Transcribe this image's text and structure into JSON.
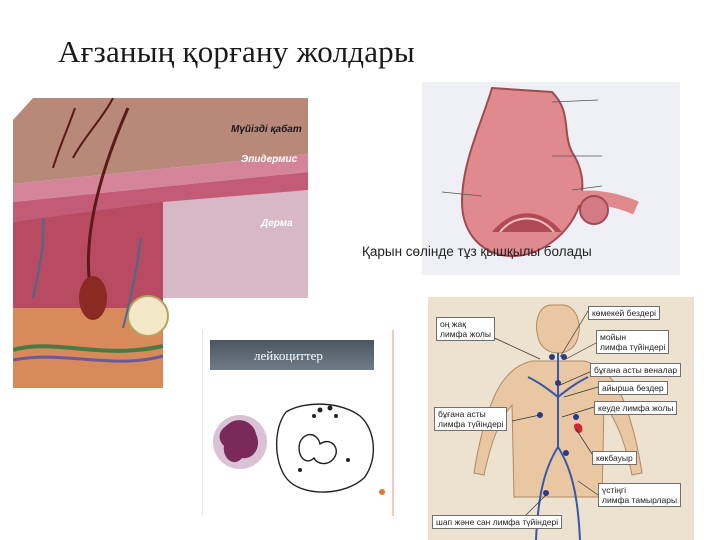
{
  "slide": {
    "title": "Ағзаның қорғану жолдары",
    "stomach_caption": "Қарын сөлінде тұз қышқылы болады"
  },
  "skin_figure": {
    "labels": {
      "horny_layer": "Мүйізді қабат",
      "epidermis": "Эпидермис",
      "dermis": "Дерма"
    }
  },
  "leukocyte_figure": {
    "title": "лейкоциттер"
  },
  "lymph_figure": {
    "labels": {
      "thymus_glands": "көмекей бездері",
      "right_lymph_duct": "оң жақ\nлимфа жолы",
      "neck_nodes": "мойын\nлимфа түйіндері",
      "subclavian_veins": "бұғана асты веналар",
      "thymus": "айырша бездер",
      "thoracic_duct": "кеуде лимфа жолы",
      "subclavian_nodes": "бұғана асты\nлимфа түйіндері",
      "spleen": "көкбауыр",
      "upper_vessels": "үстіңгі\nлимфа тамырлары",
      "inguinal_nodes": "шап және сан лимфа түйіндері"
    }
  }
}
